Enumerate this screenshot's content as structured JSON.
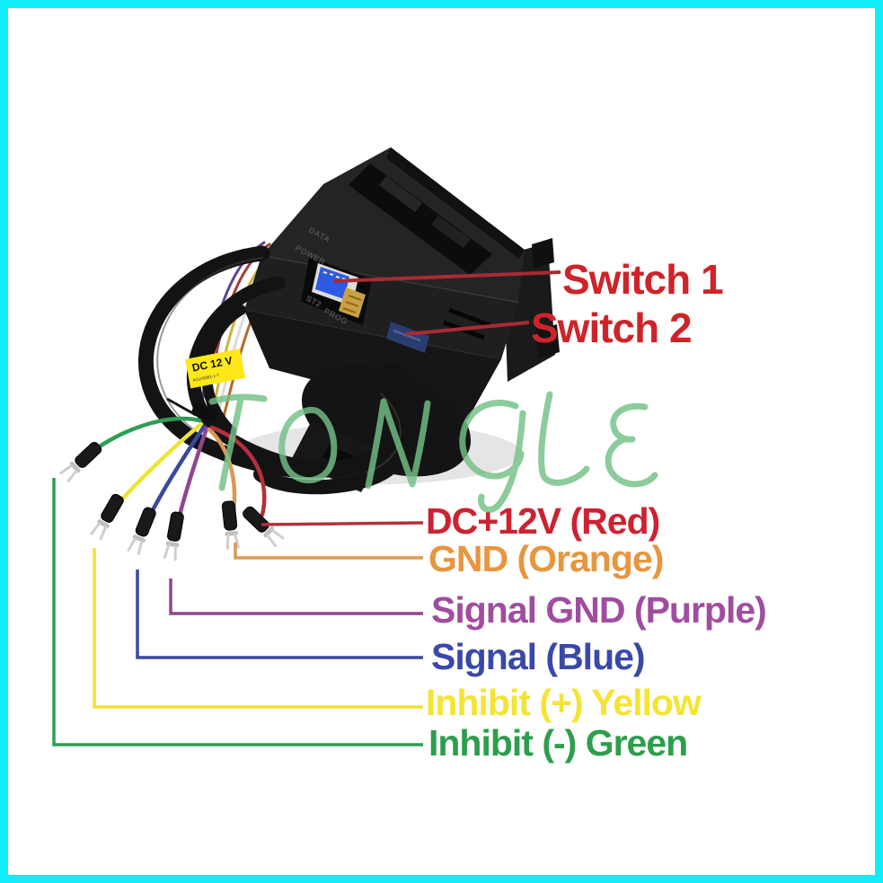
{
  "page": {
    "type": "coin-acceptor wiring diagram product photo"
  },
  "watermark": {
    "text": "TONGLE"
  },
  "device": {
    "name": "coin acceptor unit",
    "sticker": {
      "line1": "DC 12 V",
      "line2": "ACU-E001-1-T"
    },
    "markings": {
      "m1": "DATA",
      "m2": "POWER",
      "m3": "ST2",
      "m4": "PROG"
    }
  },
  "annotations": {
    "switch1": "Switch 1",
    "switch2": "Switch 2",
    "wires": [
      {
        "name": "power",
        "label": "DC+12V (Red)"
      },
      {
        "name": "ground",
        "label": "GND (Orange)"
      },
      {
        "name": "signal-ground",
        "label": "Signal GND (Purple)"
      },
      {
        "name": "signal",
        "label": "Signal (Blue)"
      },
      {
        "name": "inhibit-plus",
        "label": "Inhibit (+) Yellow"
      },
      {
        "name": "inhibit-minus",
        "label": "Inhibit (-) Green"
      }
    ]
  },
  "colors": {
    "frame": "#10ecf8",
    "switch_label": "#ce2429",
    "annotation_line_red": "#a82b34",
    "label_red": "#cc2231",
    "label_orange": "#e8953f",
    "label_purple": "#a04da0",
    "label_blue": "#3a49a8",
    "label_yellow": "#f4e433",
    "label_green": "#2d9e4d",
    "wire_red": "#b3303d",
    "wire_orange": "#d99a55",
    "wire_purple": "#8f4690",
    "wire_blue": "#39499e",
    "wire_yellow": "#f0e432",
    "wire_green": "#2e9e55",
    "watermark_green": "#74c086",
    "sticker_yellow": "#ffe71a"
  }
}
